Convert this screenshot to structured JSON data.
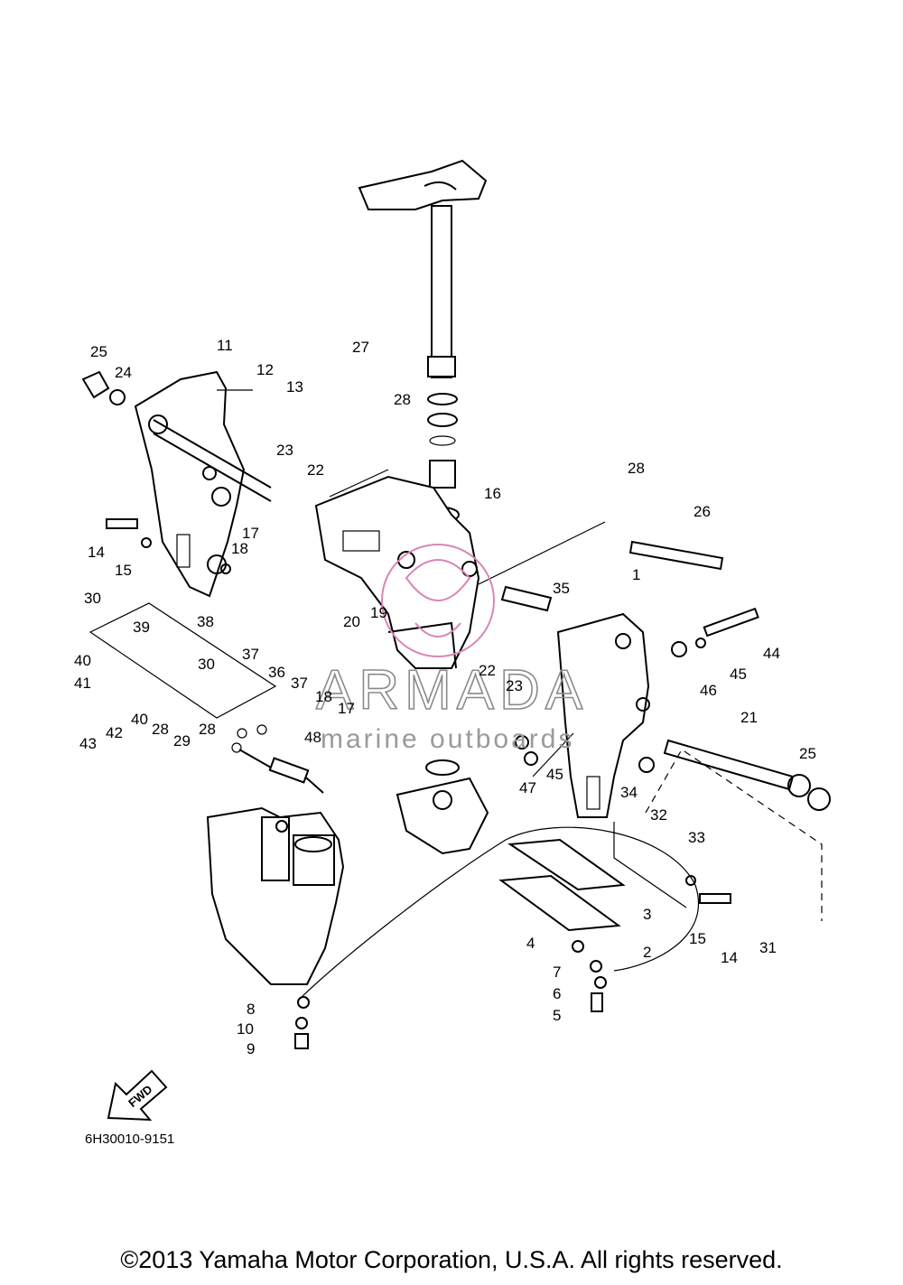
{
  "diagram_code": "6H30010-9151",
  "fwd_label": "FWD",
  "watermark": {
    "brand": "ARMADA",
    "tagline": "marine outboards"
  },
  "copyright": "©2013 Yamaha Motor Corporation, U.S.A. All rights reserved.",
  "callouts": [
    "1",
    "2",
    "3",
    "4",
    "5",
    "6",
    "7",
    "8",
    "9",
    "10",
    "11",
    "12",
    "13",
    "14",
    "14",
    "15",
    "15",
    "15",
    "16",
    "17",
    "17",
    "18",
    "18",
    "19",
    "20",
    "21",
    "22",
    "22",
    "23",
    "23",
    "24",
    "25",
    "25",
    "26",
    "27",
    "28",
    "28",
    "28",
    "28",
    "29",
    "30",
    "30",
    "31",
    "32",
    "33",
    "34",
    "35",
    "36",
    "37",
    "37",
    "38",
    "39",
    "40",
    "40",
    "41",
    "42",
    "43",
    "44",
    "45",
    "45",
    "46",
    "47",
    "48"
  ]
}
